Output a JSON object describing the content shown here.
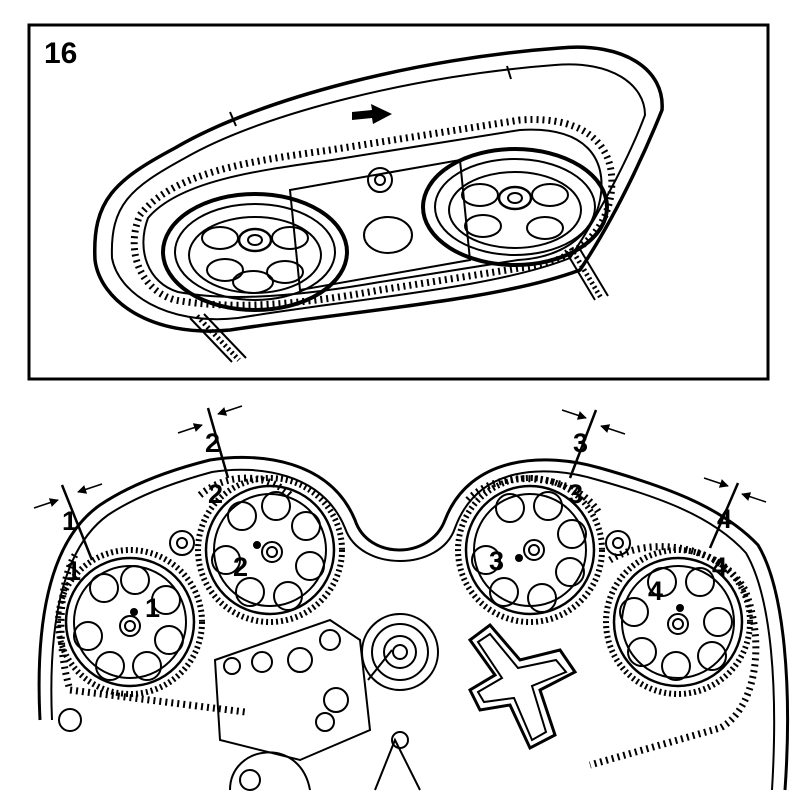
{
  "figure_number": "16",
  "direction_arrow": "arrow-right-icon",
  "marks": [
    {
      "id": "1",
      "cam_label": "1",
      "belt_label": "1",
      "outer_label": "1"
    },
    {
      "id": "2",
      "cam_label": "2",
      "belt_label": "2",
      "outer_label": "2"
    },
    {
      "id": "3",
      "cam_label": "3",
      "belt_label": "3",
      "outer_label": "3"
    },
    {
      "id": "4",
      "cam_label": "4",
      "belt_label": "4",
      "outer_label": "4"
    }
  ],
  "colors": {
    "line": "#000000",
    "background": "#ffffff"
  }
}
